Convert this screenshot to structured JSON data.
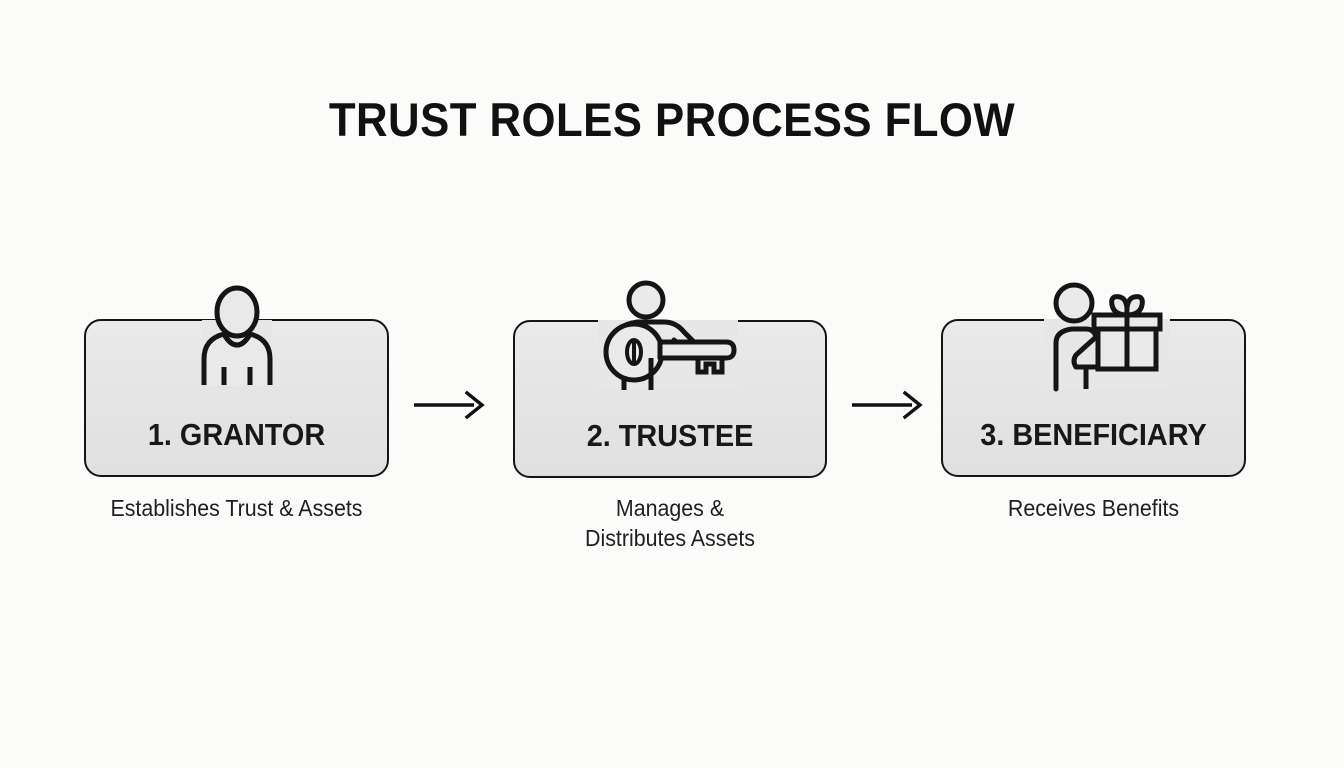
{
  "page": {
    "title": "TRUST ROLES PROCESS FLOW",
    "background_color": "#fbfbfa",
    "box_fill_color": "#e5e5e5",
    "border_color": "#151515",
    "text_color": "#16181a"
  },
  "diagram": {
    "type": "process-flow",
    "orientation": "horizontal",
    "steps": [
      {
        "number": "1",
        "label": "1. GRANTOR",
        "caption": "Establishes Trust & Assets",
        "icon": "person-icon"
      },
      {
        "number": "2",
        "label": "2. TRUSTEE",
        "caption": "Manages &\nDistributes Assets",
        "icon": "person-with-key-icon"
      },
      {
        "number": "3",
        "label": "3. BENEFICIARY",
        "caption": "Receives Benefits",
        "icon": "person-with-gift-icon"
      }
    ],
    "connectors": [
      {
        "from": "1. GRANTOR",
        "to": "2. TRUSTEE",
        "icon": "arrow-right-icon"
      },
      {
        "from": "2. TRUSTEE",
        "to": "3. BENEFICIARY",
        "icon": "arrow-right-icon"
      }
    ]
  }
}
